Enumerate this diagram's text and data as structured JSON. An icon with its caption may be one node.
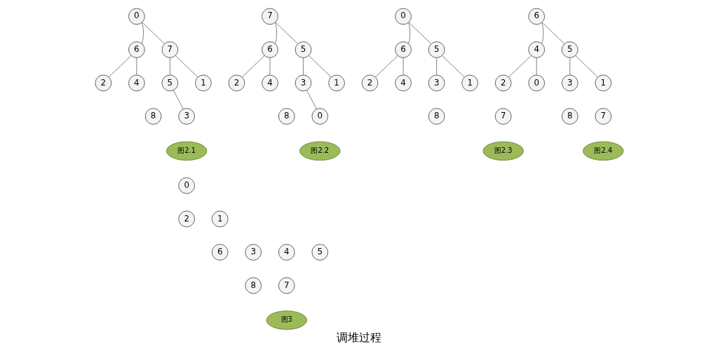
{
  "diagram": {
    "caption": "调堆过程",
    "nodes": [
      {
        "text": [
          "0"
        ]
      },
      {
        "text": [
          "7"
        ]
      },
      {
        "text": [
          "6"
        ]
      },
      {
        "text": [
          "5"
        ]
      },
      {
        "text": [
          "1"
        ]
      },
      {
        "text": [
          "2"
        ]
      },
      {
        "text": [
          "4"
        ]
      },
      {
        "text": [
          "3"
        ]
      },
      {
        "text": [
          "8"
        ]
      },
      {
        "text": [
          "图2.1"
        ]
      },
      {
        "text": [
          "7"
        ]
      },
      {
        "text": [
          "5"
        ]
      },
      {
        "text": [
          "6"
        ]
      },
      {
        "text": [
          "3"
        ]
      },
      {
        "text": [
          "1"
        ]
      },
      {
        "text": [
          "2"
        ]
      },
      {
        "text": [
          "4"
        ]
      },
      {
        "text": [
          "0"
        ]
      },
      {
        "text": [
          "8"
        ]
      },
      {
        "text": [
          "图2.2"
        ]
      },
      {
        "text": [
          "0"
        ]
      },
      {
        "text": [
          "5"
        ]
      },
      {
        "text": [
          "6"
        ]
      },
      {
        "text": [
          "3"
        ]
      },
      {
        "text": [
          "1"
        ]
      },
      {
        "text": [
          "2"
        ]
      },
      {
        "text": [
          "4"
        ]
      },
      {
        "text": [
          "7"
        ]
      },
      {
        "text": [
          "8"
        ]
      },
      {
        "text": [
          "图2.3"
        ]
      },
      {
        "text": [
          "6"
        ]
      },
      {
        "text": [
          "5"
        ]
      },
      {
        "text": [
          "4"
        ]
      },
      {
        "text": [
          "3"
        ]
      },
      {
        "text": [
          "1"
        ]
      },
      {
        "text": [
          "2"
        ]
      },
      {
        "text": [
          "0"
        ]
      },
      {
        "text": [
          "7"
        ]
      },
      {
        "text": [
          "8"
        ]
      },
      {
        "text": [
          "图2.4"
        ]
      },
      {
        "text": [
          "0"
        ]
      },
      {
        "text": [
          "1"
        ]
      },
      {
        "text": [
          "2"
        ]
      },
      {
        "text": [
          "3"
        ]
      },
      {
        "text": [
          "4"
        ]
      },
      {
        "text": [
          "5"
        ]
      },
      {
        "text": [
          "6"
        ]
      },
      {
        "text": [
          "7"
        ]
      },
      {
        "text": [
          "8"
        ]
      },
      {
        "text": [
          "图3"
        ]
      }
    ],
    "edges": [
      {
        "from": 0,
        "to": 1,
        "arrow": "none"
      },
      {
        "from": 0,
        "to": 2,
        "arrow": "none"
      },
      {
        "from": 1,
        "to": 3,
        "arrow": "none"
      },
      {
        "from": 1,
        "to": 4,
        "arrow": "none"
      },
      {
        "from": 2,
        "to": 5,
        "arrow": "none"
      },
      {
        "from": 2,
        "to": 6,
        "arrow": "none"
      },
      {
        "from": 3,
        "to": 7,
        "arrow": "none"
      },
      {
        "from": 10,
        "to": 11,
        "arrow": "none"
      },
      {
        "from": 10,
        "to": 12,
        "arrow": "none"
      },
      {
        "from": 11,
        "to": 13,
        "arrow": "none"
      },
      {
        "from": 11,
        "to": 14,
        "arrow": "none"
      },
      {
        "from": 12,
        "to": 15,
        "arrow": "none"
      },
      {
        "from": 12,
        "to": 16,
        "arrow": "none"
      },
      {
        "from": 13,
        "to": 17,
        "arrow": "none"
      },
      {
        "from": 20,
        "to": 21,
        "arrow": "none"
      },
      {
        "from": 20,
        "to": 22,
        "arrow": "none"
      },
      {
        "from": 21,
        "to": 23,
        "arrow": "none"
      },
      {
        "from": 21,
        "to": 24,
        "arrow": "none"
      },
      {
        "from": 22,
        "to": 25,
        "arrow": "none"
      },
      {
        "from": 22,
        "to": 26,
        "arrow": "none"
      },
      {
        "from": 30,
        "to": 31,
        "arrow": "none"
      },
      {
        "from": 30,
        "to": 32,
        "arrow": "none"
      },
      {
        "from": 31,
        "to": 33,
        "arrow": "none"
      },
      {
        "from": 31,
        "to": 34,
        "arrow": "none"
      },
      {
        "from": 32,
        "to": 35,
        "arrow": "none"
      },
      {
        "from": 32,
        "to": 36,
        "arrow": "none"
      }
    ]
  }
}
